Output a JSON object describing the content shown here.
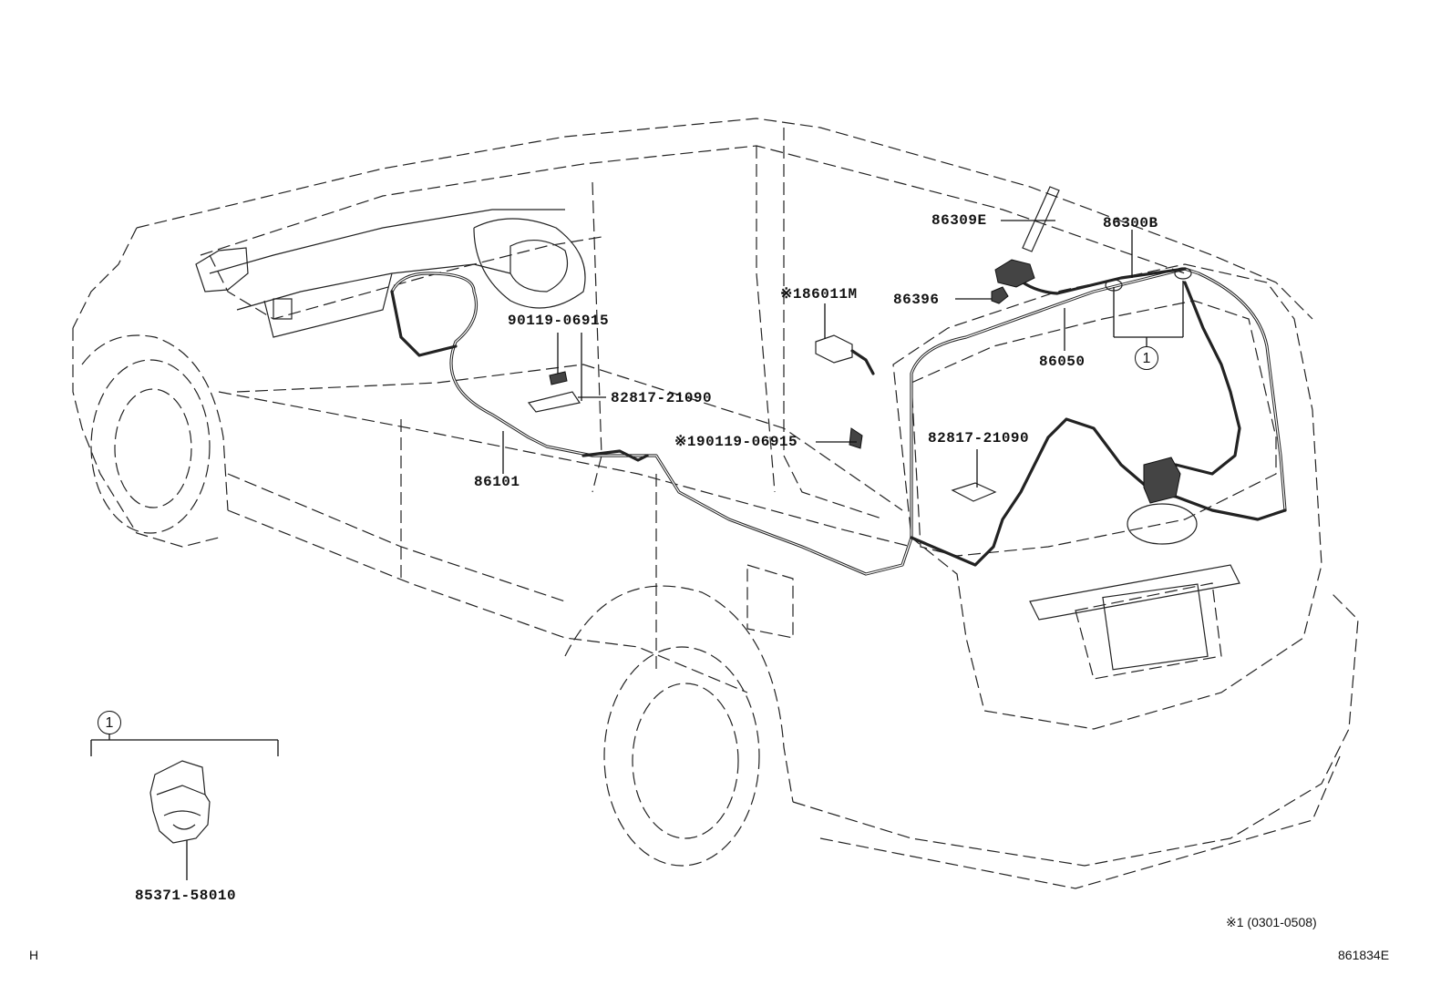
{
  "labels": {
    "p86309E": "86309E",
    "p86300B": "86300B",
    "p86396": "86396",
    "p86011M": "86011M",
    "p86011M_mark": "※1",
    "p86050": "86050",
    "p90119_top": "90119-06915",
    "p82817_top": "82817-21090",
    "p90119_mid": "90119-06915",
    "p90119_mid_mark": "※1",
    "p82817_right": "82817-21090",
    "p86101": "86101",
    "p85371": "85371-58010"
  },
  "callouts": {
    "ref_main": "1",
    "ref_detail": "1"
  },
  "notes": {
    "applicability": "※1 (0301-0508)",
    "corner_left": "H",
    "diagram_id": "861834E"
  }
}
